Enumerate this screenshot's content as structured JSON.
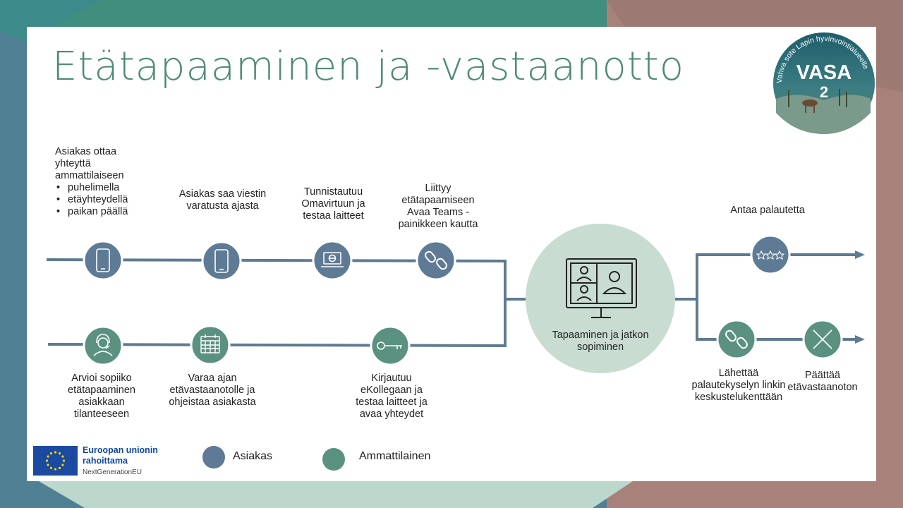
{
  "title": "Etätapaaminen ja -vastaanotto",
  "logo": {
    "main": "VASA",
    "number": "2",
    "arc_text": "Vahva sote Lapin hyvinvointialueelle"
  },
  "colors": {
    "client": "#5e7a95",
    "professional": "#5a9180",
    "line": "#5f7b91",
    "center": "#c9dcd2",
    "title": "#4f8a78"
  },
  "client_steps": [
    {
      "icon": "smartphone-icon",
      "intro": "Asiakas ottaa yhteyttä ammattilaiseen",
      "bullets": [
        "puhelimella",
        "etäyhteydellä",
        "paikan päällä"
      ]
    },
    {
      "icon": "smartphone-icon",
      "text": "Asiakas saa viestin varatusta ajasta"
    },
    {
      "icon": "laptop-icon",
      "text": "Tunnistautuu Omavirtuun ja testaa laitteet"
    },
    {
      "icon": "link-icon",
      "text": "Liittyy etätapaamiseen Avaa Teams -painikkeen kautta"
    }
  ],
  "professional_steps": [
    {
      "icon": "headset-icon",
      "text": "Arvioi sopiiko etätapaaminen asiakkaan tilanteeseen"
    },
    {
      "icon": "calendar-icon",
      "text": "Varaa ajan etävastaanotolle ja ohjeistaa asiakasta"
    },
    {
      "icon": "key-icon",
      "text": "Kirjautuu eKollegaan ja testaa laitteet ja avaa yhteydet"
    }
  ],
  "center": {
    "icon": "video-meeting-icon",
    "text": "Tapaaminen ja jatkon sopiminen"
  },
  "after_steps": [
    {
      "icon": "stars-icon",
      "text": "Antaa palautetta"
    },
    {
      "icon": "link-icon",
      "text": "Lähettää palautekyselyn linkin keskustelukenttään"
    },
    {
      "icon": "close-icon",
      "text": "Päättää etävastaanoton"
    }
  ],
  "legend": [
    {
      "label": "Asiakas"
    },
    {
      "label": "Ammattilainen"
    }
  ],
  "eu": {
    "line1": "Euroopan unionin",
    "line2": "rahoittama",
    "line3": "NextGenerationEU"
  }
}
